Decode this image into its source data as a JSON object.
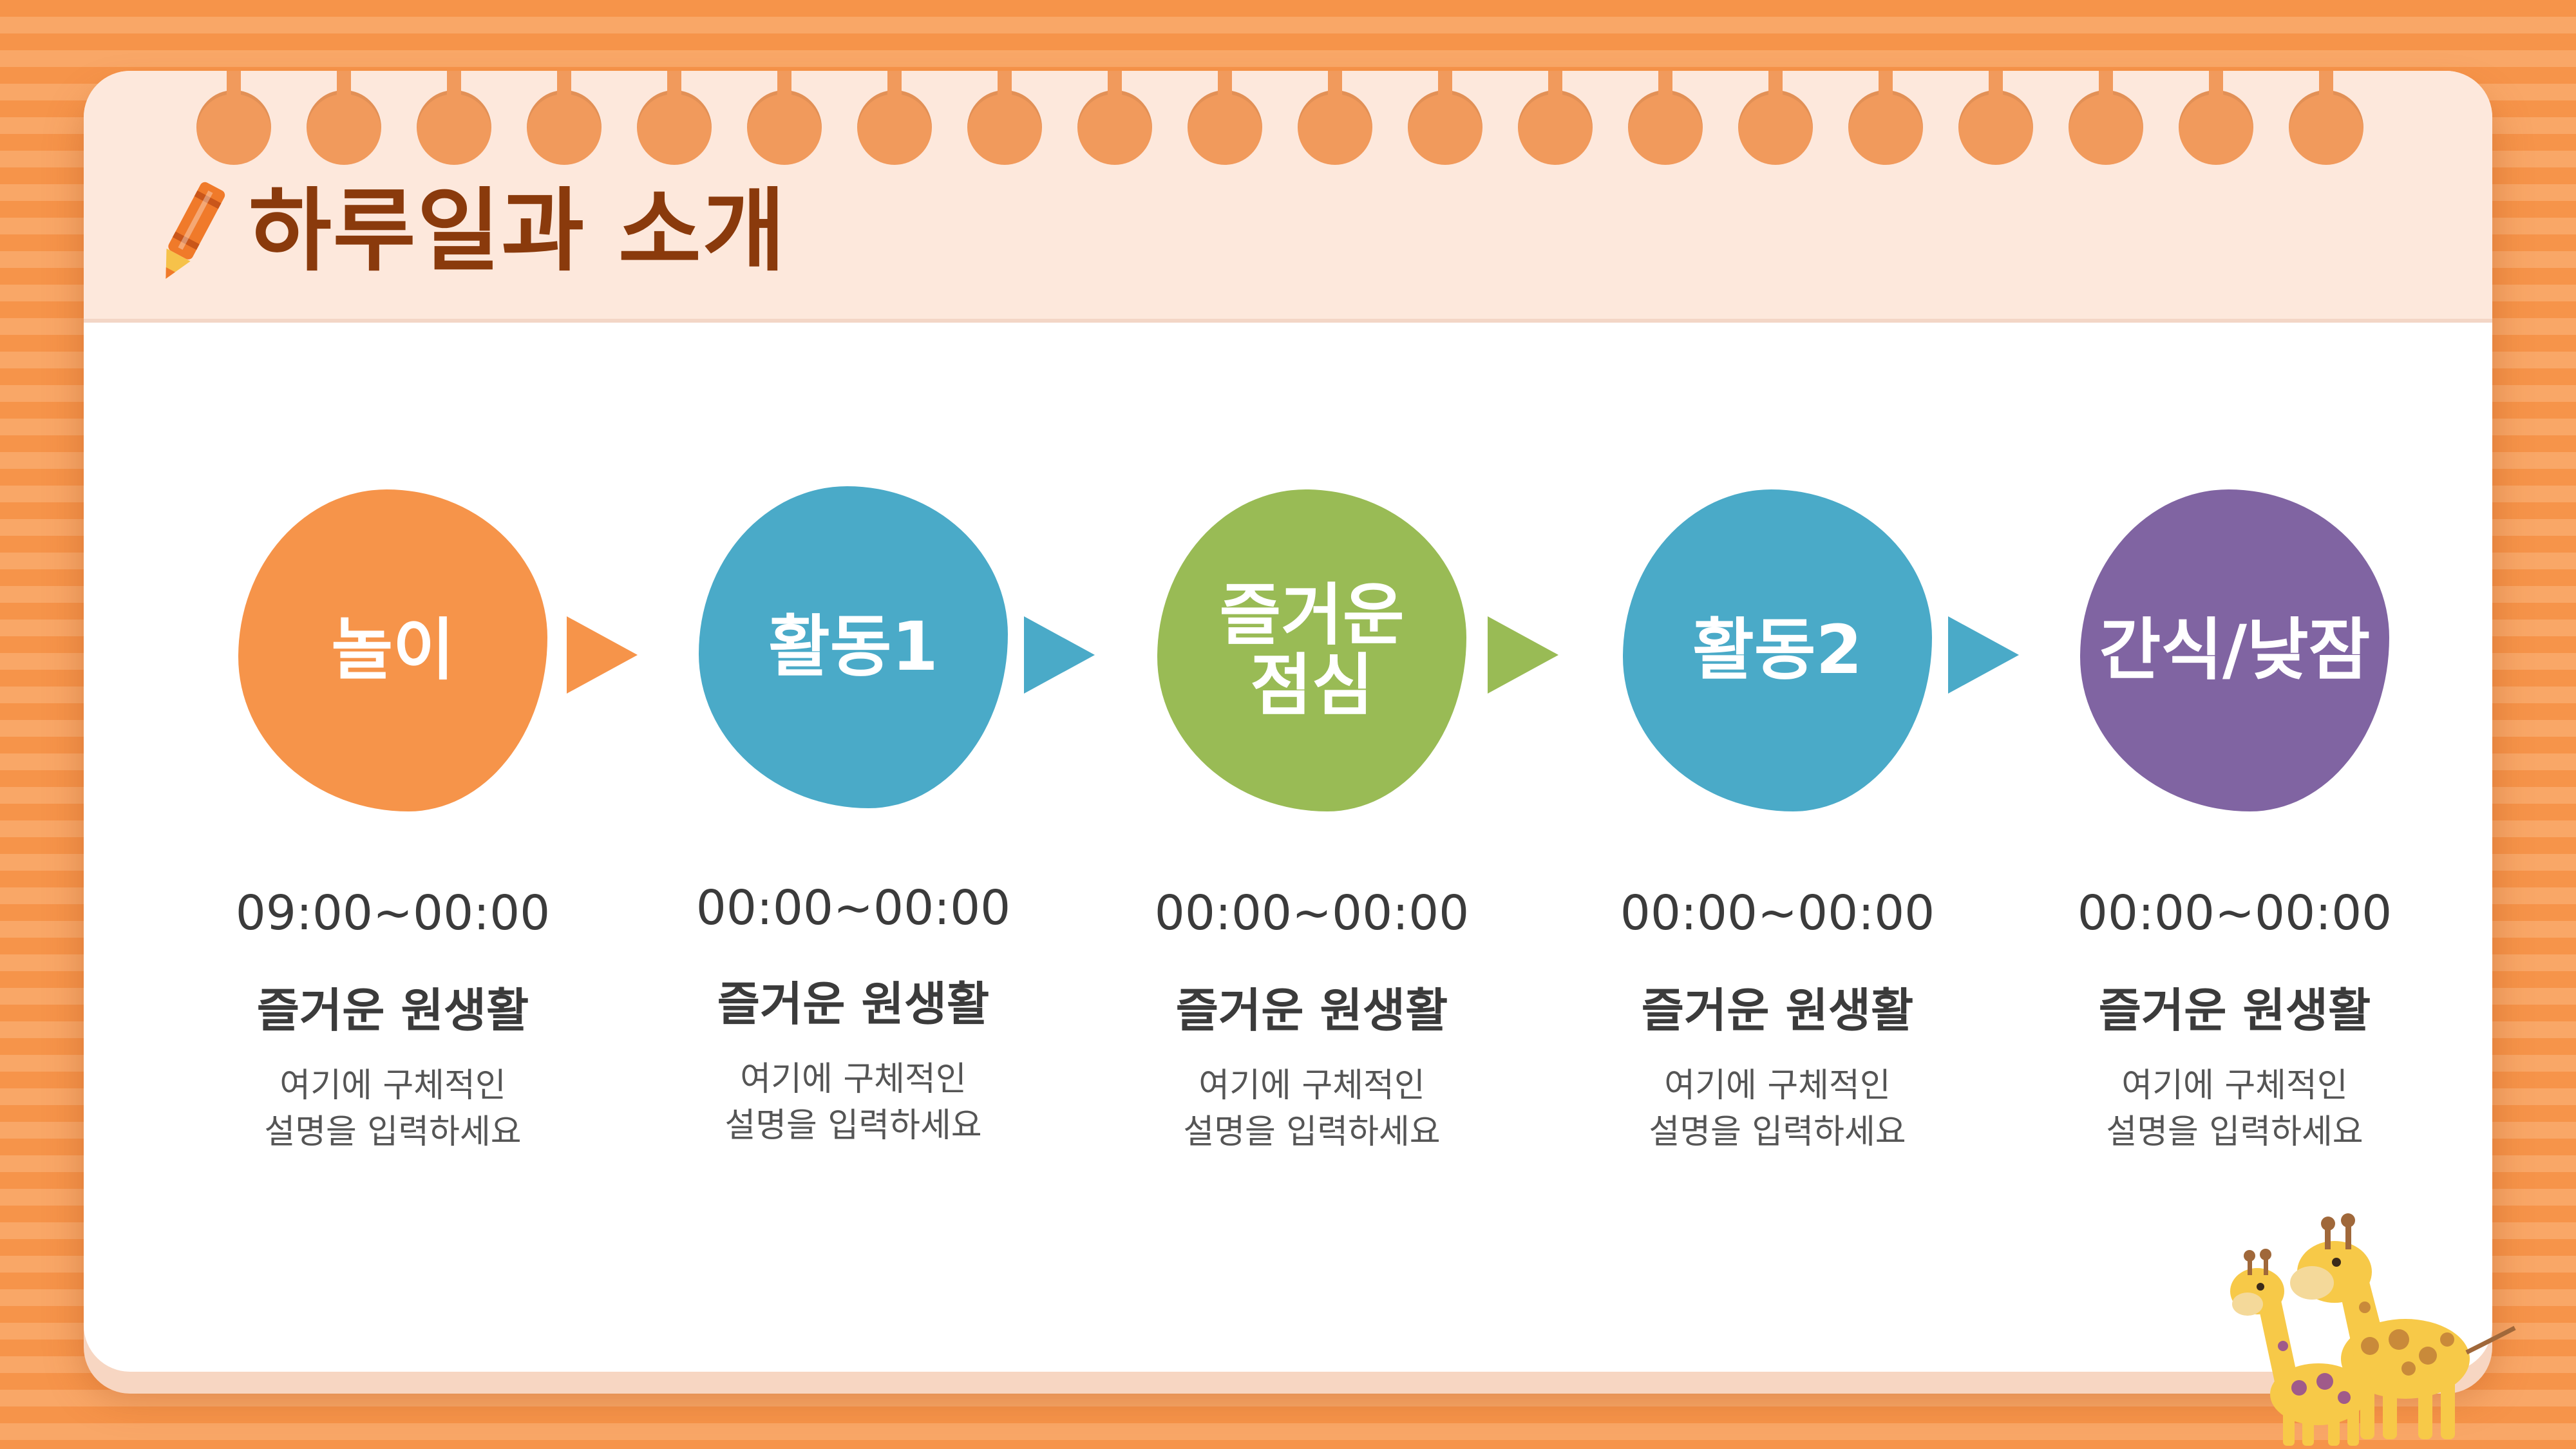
{
  "title": "하루일과 소개",
  "colors": {
    "background_stripe": "#f6944a",
    "title": "#8a3a0c",
    "orange": "#f6944a",
    "blue": "#4aaac8",
    "green": "#99bb55",
    "purple": "#8064a2"
  },
  "steps": [
    {
      "label": "놀이",
      "time": "09:00~00:00",
      "activity": "즐거운 원생활",
      "description": "여기에 구체적인\n설명을 입력하세요",
      "color": "#f6944a"
    },
    {
      "label": "활동1",
      "time": "00:00~00:00",
      "activity": "즐거운 원생활",
      "description": "여기에 구체적인\n설명을 입력하세요",
      "color": "#4aaac8"
    },
    {
      "label": "즐거운\n점심",
      "time": "00:00~00:00",
      "activity": "즐거운 원생활",
      "description": "여기에 구체적인\n설명을 입력하세요",
      "color": "#99bb55"
    },
    {
      "label": "활동2",
      "time": "00:00~00:00",
      "activity": "즐거운 원생활",
      "description": "여기에 구체적인\n설명을 입력하세요",
      "color": "#4aaac8"
    },
    {
      "label": "간식/낮잠",
      "time": "00:00~00:00",
      "activity": "즐거운 원생활",
      "description": "여기에 구체적인\n설명을 입력하세요",
      "color": "#8064a2"
    }
  ],
  "arrow_colors": [
    "#f6944a",
    "#4aaac8",
    "#99bb55",
    "#4aaac8"
  ],
  "icons": [
    "crayon-icon",
    "arrow-right-icon",
    "giraffe-illustration"
  ]
}
